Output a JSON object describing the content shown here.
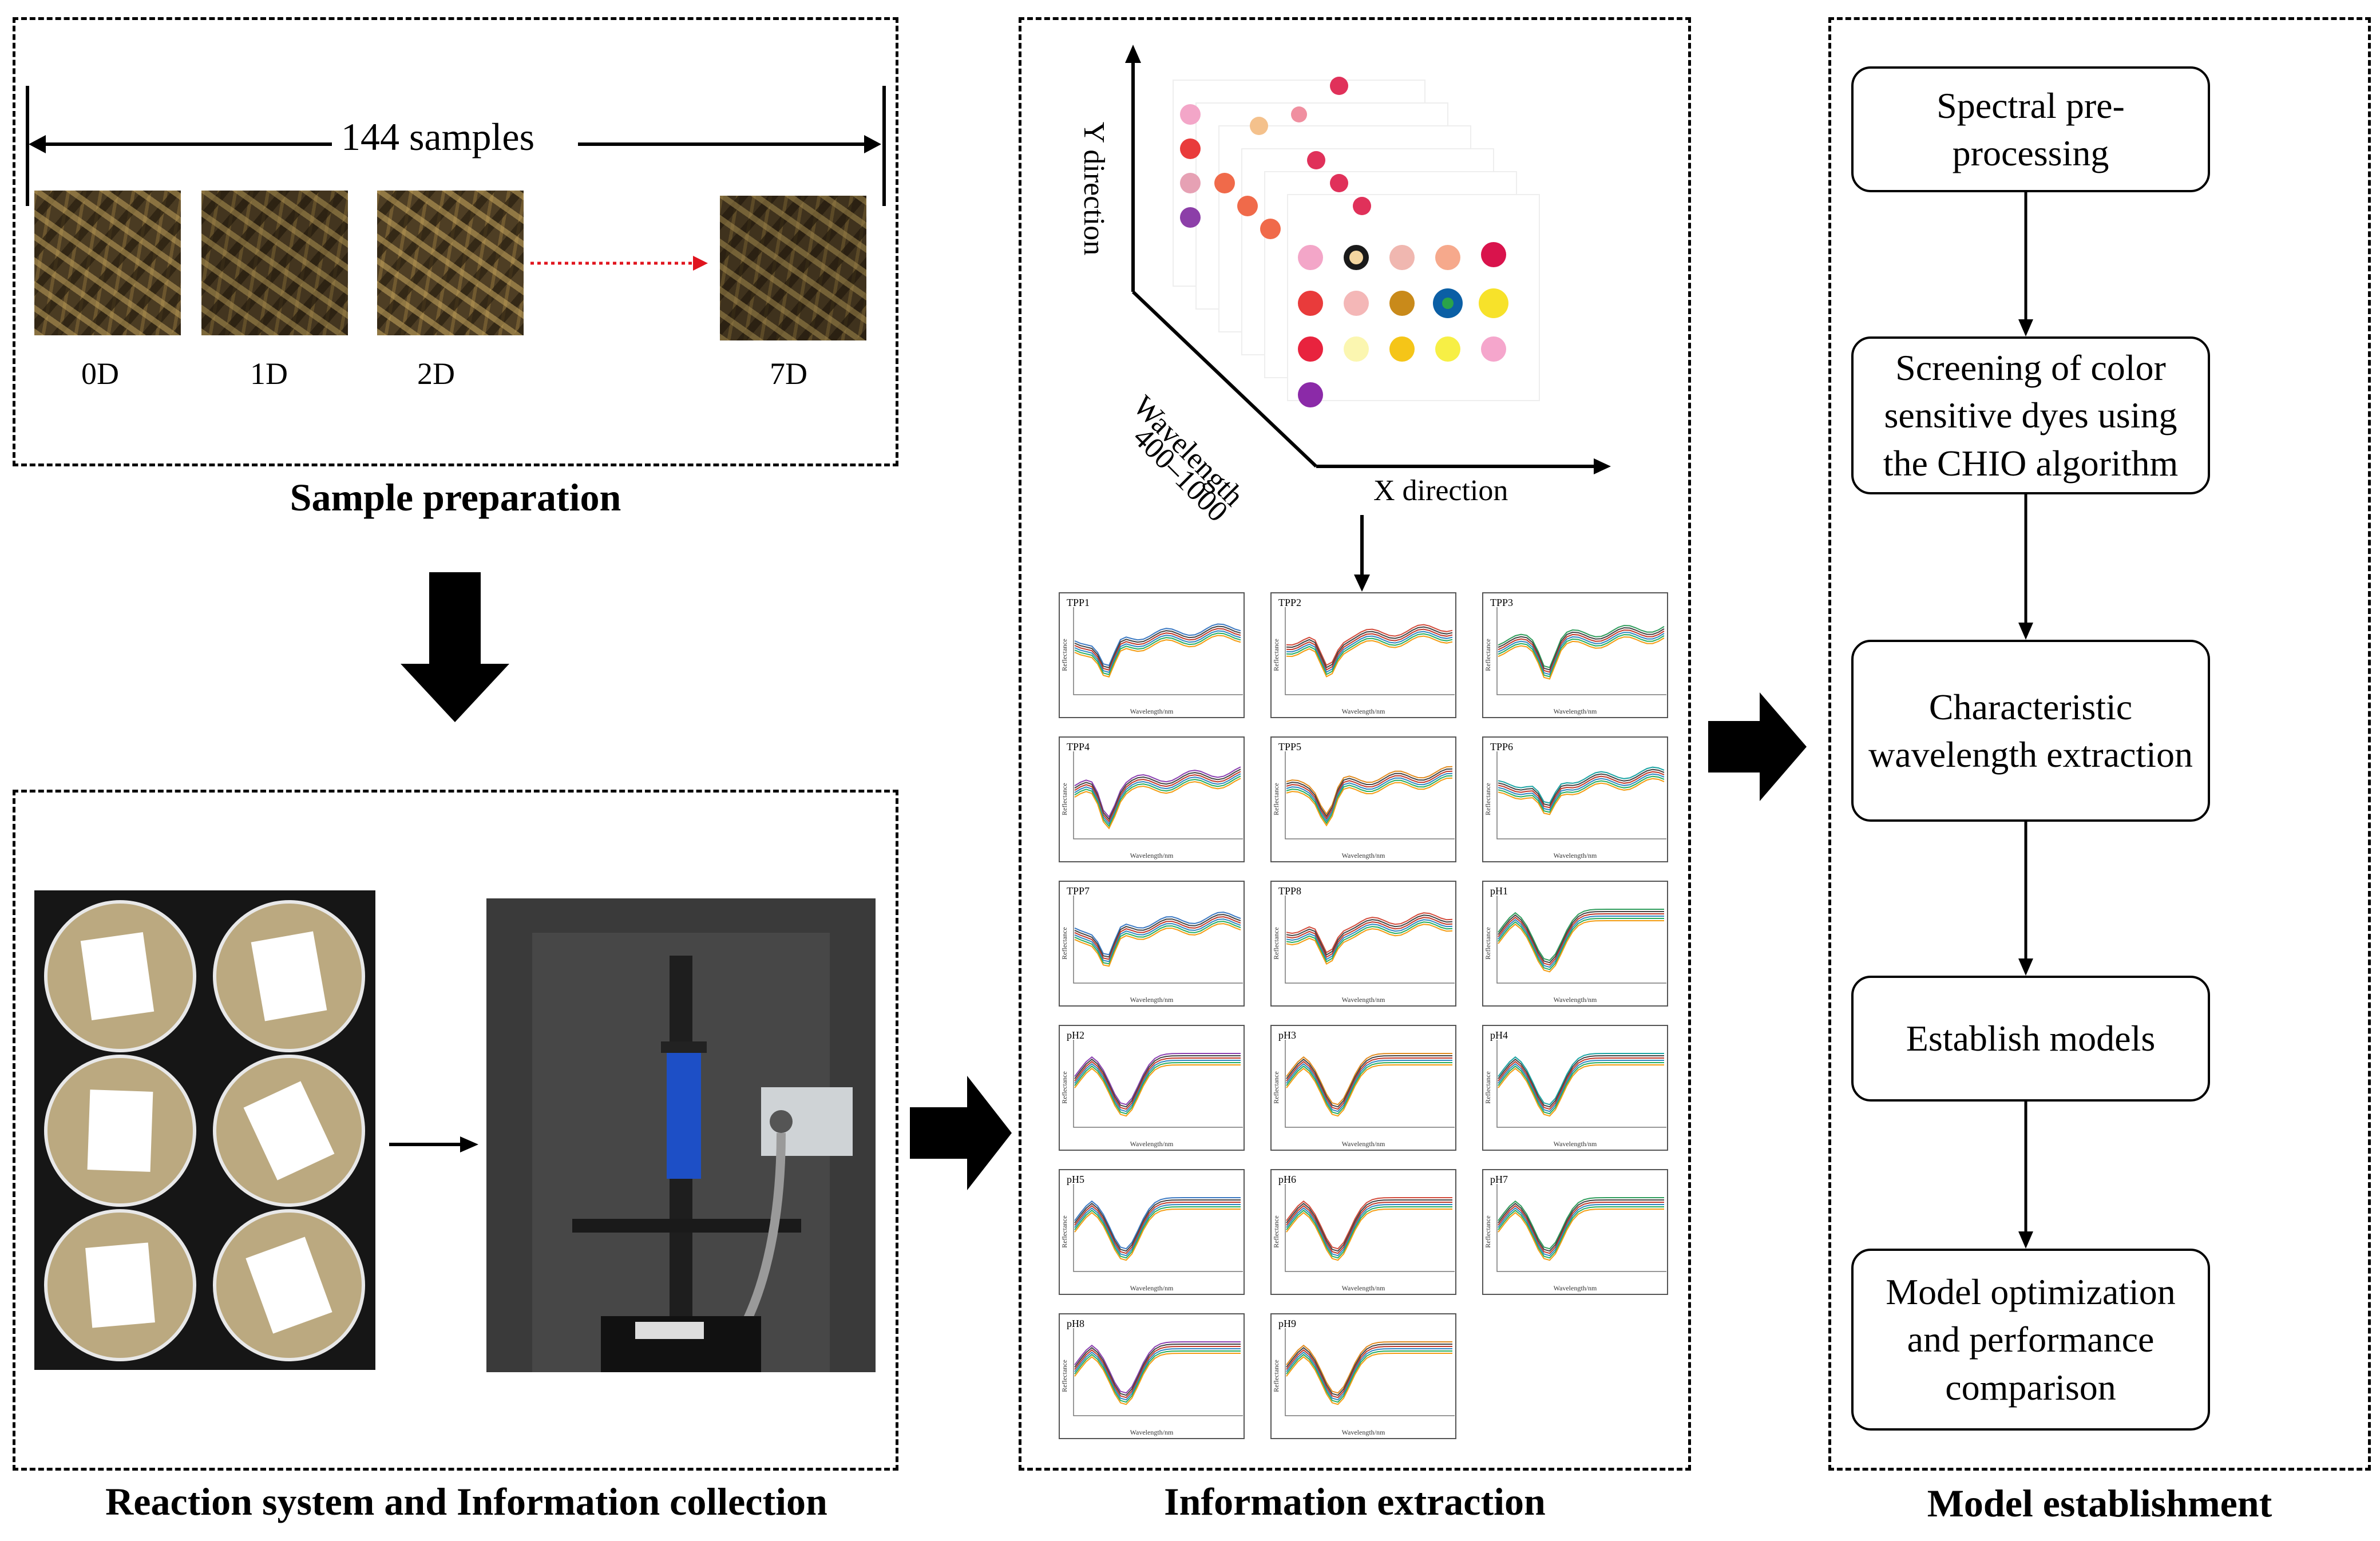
{
  "sections": {
    "sample_preparation": "Sample preparation",
    "reaction_collection": "Reaction system and  Information collection",
    "information_extraction": "Information extraction",
    "model_establishment": "Model establishment"
  },
  "samples_label": "144 samples",
  "days": [
    "0D",
    "1D",
    "2D",
    "7D"
  ],
  "cube": {
    "y_axis": "Y direction",
    "wavelength_axis": "Wavelength",
    "wavelength_range": "400–1000",
    "x_axis": "X direction"
  },
  "spectra": [
    {
      "label": "TPP1",
      "color": "#3a78c2"
    },
    {
      "label": "TPP2",
      "color": "#d24a3a"
    },
    {
      "label": "TPP3",
      "color": "#2e9c5b"
    },
    {
      "label": "TPP4",
      "color": "#8a3fb0"
    },
    {
      "label": "TPP5",
      "color": "#e08a1e"
    },
    {
      "label": "TPP6",
      "color": "#1aa3a3"
    },
    {
      "label": "TPP7",
      "color": "#3a78c2"
    },
    {
      "label": "TPP8",
      "color": "#d24a3a"
    },
    {
      "label": "pH1",
      "color": "#2e9c5b"
    },
    {
      "label": "pH2",
      "color": "#8a3fb0"
    },
    {
      "label": "pH3",
      "color": "#e08a1e"
    },
    {
      "label": "pH4",
      "color": "#1aa3a3"
    },
    {
      "label": "pH5",
      "color": "#3a78c2"
    },
    {
      "label": "pH6",
      "color": "#d24a3a"
    },
    {
      "label": "pH7",
      "color": "#2e9c5b"
    },
    {
      "label": "pH8",
      "color": "#8a3fb0"
    },
    {
      "label": "pH9",
      "color": "#e08a1e"
    }
  ],
  "spectrum_xlabel": "Wavelength/nm",
  "spectrum_ylabel": "Reflectance",
  "steps": [
    "Spectral pre-processing",
    "Screening of color sensitive dyes using the CHIO algorithm",
    "Characteristic wavelength extraction",
    "Establish models",
    "Model optimization and performance comparison"
  ]
}
